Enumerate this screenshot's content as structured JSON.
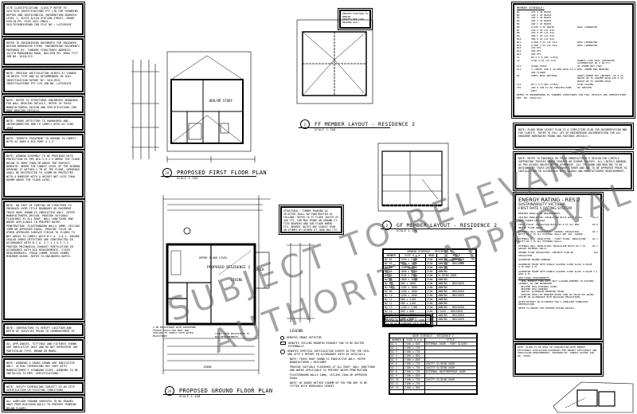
{
  "notes": [
    "SITE CLASSIFICATION: CLASS P REFER TO - SOILTECH INVESTIGATIONS PTY LTD FOR FOUNDING DEPTHS AND GEOTECHNICAL INFORMATION ADDRESS: LEVEL 1, SUITE 8/12A STATION STREET, MOUNT EVELYN PH: 9736 4071  EMAIL: SOILTECH@BIGPOND.COM FILE NO.: LAT2051HF",
    "REFER TO ENGINEERING DOCUMENTS FOR ENGINEER DESIGN NOMINATED ITEMS. ENGINEERING DOCUMENTS PREPARED BY: TANDEMS STRUCTURES ADDRESS: 15/276 MAROONDAH ROAD, BULLEEN PH: 9000 7177 JOB No. 2018/123",
    "NOTE: PROVIDE ARTICULATION JOINTS AT CHANGE IN BRICK TYPE AND AS RECOMMENDED IN SOIL INVESTIGATION REPORT BY: SOILTECH INVESTIGATIONS PTY LTD JOB NO. LAT2051HF",
    "NOTE: REFER TO STRUCTURAL ENGINEERS DRAWINGS FOR WALL BRACING DETAILS. REFER TO TRUSS MANUFACTURERS DESIGN AND SPECIFICATIONS FOR ROOF BRACING DETAILS.",
    "NOTE: SMOKE DETECTORS TO HARDWIRED AND INTERCONNECTED AND TO COMPLY WITH AS 3786-1993",
    "NOTE: TERMITE TREATMENT TO GROUND TO COMPLY WITH AS 3660 & BCA PART 3.1.3",
    "NOTE: WINDOW ASSEMBLY TO BE PROVIDED WITH PROTECTION AS PER BCA 3.9.2.5 WHERE THE FLOOR BELOW IS MORE THAN 2M ABOVE THE SURFACE BENEATH. WHERE THE LOWEST LEVEL OF THE WINDOW OPENING IS WITHIN 1.7M OF THE FLOOR, OPENINGS SHALL BE RESTRICTED TO 125MM OR PROTECTED WITH A BARRIER WITH A HEIGHT NOT LESS THAN 865MM ABOVE THE FLOOR LEVEL.",
    "NOTE: NO PART OF FOOTING OR STRUCTURE TO ENCROACH OVER TITLE BOUNDARY OR EASEMENT. TRUSS ROOF SHOWN IS INDICATIVE ONLY. REFER MANUFACTURERS DESIGN. PROVIDE SUITABLE FLASHINGS AT ALL ROOF, WALL JUNCTIONS AND WHERE APPLICABLE TO PREVENT WATER PENETRATION. PLASTERBOARD WALLS 10mm, CEILING 13mm OR APPROVED EQUAL. PROVIDE TILES OR OTHER APPROVED SURFACE FINISH TO FLOORS TO WET AREAS TO COMPLY WITH B.C.A. 3.8.1. ENSURE SEALED SMOKE DETECTORS ARE CONSTRUCTED IN ACCORDANCE WITH B.C.A. 3.7.1.1 & 3.7.2. PROVIDE MECHANICAL EXHAUST VENTILATION IN ACCORDANCE WITH BCA REQUIREMENTS. STAIR REQUIREMENTS: TREAD 240MM, RISER 190MM, MINIMUM GOING. REFER TO ENGINEERS NOTES.",
    "NOTE: CONTRACTORS TO VERIFY LOCATION AND DEPTH OF SERVICES PRIOR TO COMMENCEMENT OF WORKS.",
    "ALL APPLIANCES, FITTINGS AND FIXTURES SHOWN ARE INDICATIVE ONLY AND DO NOT REPRESENT ANY PARTICULAR TYPE, BRAND OR MODEL.",
    "NOTE: WINDOWS & DOORS SHOWN ARE INDICATIVE ONLY. ACTUAL DIMENSIONS MAY VARY WITH MANUFACTURER'S STANDARD SIZES. WINDOWS TO BE INSTALLED TO MFR. SPECIFICATIONS.",
    "NOTE: VERIFY DIMENSIONS SUBJECT TO ON SITE VERIFICATION OF EXISTING CONDITIONS.",
    "ALL SUBFLOOR GROUND SURFACES TO BE GRADED AWAY FROM BUILDING WALLS TO PREVENT PONDING BELOW FLOORS."
  ],
  "drawings": {
    "first_floor": {
      "num": "2A",
      "title": "PROPOSED FIRST FLOOR PLAN",
      "scale": "SCALE 1:100",
      "room": "BED/OR STUDY"
    },
    "ground_floor": {
      "num": "2A",
      "title": "PROPOSED GROUND FLOOR PLAN",
      "scale": "SCALE 1:100",
      "room": "PROPOSED RESIDENCE 2",
      "living": "LIVING",
      "deck": "DECK",
      "fl_level": "UPPER FLOOR LEVEL",
      "note_left": "1.0M BALUSTRADE WITH ROUGHENED FINISH SPACE FOR UNIT AND SPACING TO COMPLY WITH WATER BALUSTRADE",
      "note_right": "LIGHT FROM BALUSTRADE TO BCA REQUIREMENTS",
      "dim_overall": "12000"
    },
    "ff_member": {
      "num": "2",
      "title": "FF MEMBER LAYOUT - RESIDENCE 2",
      "scale": "SCALE 1:100"
    },
    "gf_member": {
      "num": "2",
      "title": "GF MEMBER LAYOUT - RESIDENCE 2",
      "scale": "SCALE 1:100"
    }
  },
  "key_box": [
    "DENOTES EXISTING TO REMAIN",
    "DENOTES NEW LOAD BEARING WALL"
  ],
  "structural_note": "STRUCTURAL: TIMBER FRAMING AS SELECTED SHALL BE CONSTRUCTED AS FOLLOWS: REFER TO FF FLOOR JOISTS AT 450 CTS. FOR MAX SPANS ON GROUND FT. TIES BEARERS AND SUB FLOOR WHERE CTS. BEARER JOISTS ARE SINGLE SPAN ON STUMPS BY OTHERS AT 1800 MAX CTS. IN 100X100 ON FOOTINGS 400X400 DEEP PAD FOOTING.",
  "legend": {
    "title": "LEGEND",
    "items": [
      "DENOTES SMOKE DETECTOR",
      "DENOTES CEILING MOUNTED EXHAUST FAN TO BE DUCTED EXTERNALLY",
      "DENOTES VERTICAL ARTICULATION JOINTS AS PER THE SOIL AND SITE'S REPORT IN ACCORDANCE WITH AS 2870/2011",
      "NOTE: TRUSS ROOF SHOWN IS INDICATIVE ONLY. REFER MANUFACTURER / DESIGNER",
      "PROVIDE SUITABLE FLASHINGS AT ALL ROOF, WALL JUNCTIONS AND WHERE APPLICABLE TO PREVENT WATER PENETRATION",
      "PLASTERBOARD WALLS 10mm, CEILING 13mm OR APPROVED EQUAL",
      "NOTE: WC DOORS WITHIN 1200MM OF THE PAN ARE TO BE FITTED WITH REMOVABLE HINGES"
    ]
  },
  "window_schedule": {
    "title": "WINDOW SCHEDULE - RESIDENCE 2",
    "headers": [
      "NUMBER",
      "SIZE H x W",
      "HEAD",
      "STYLE"
    ],
    "rows": [
      [
        "W2.01",
        "1200 x 2400",
        "2100",
        "AWNING - OBSCURED"
      ],
      [
        "W2.02",
        "1200 x 1800",
        "2100",
        "AWNING - OBSCURED"
      ],
      [
        "W2.03",
        "1200 x 1800",
        "2100",
        "AWNING"
      ],
      [
        "W2.04",
        "1800 x 2100",
        "2100",
        "AWNING"
      ],
      [
        "W2.05",
        "2100 x 2700",
        "2100",
        "SLIDING DOOR"
      ],
      [
        "W2.06",
        "1800 x 1800",
        "2100",
        "AWNING"
      ],
      [
        "W2.07",
        "600 x 1800",
        "2100",
        "AWNING - OBSCURED"
      ],
      [
        "W2.08",
        "1200 x 1800",
        "2100",
        "AWNING"
      ],
      [
        "W2.09",
        "1200 x 1800",
        "2100",
        "AWNING - OBSCURED"
      ],
      [
        "W2.10",
        "1200 x 1800",
        "2100",
        "AWNING - OBSCURED"
      ],
      [
        "W2.11",
        "600 x 2100",
        "2100",
        "AWNING"
      ],
      [
        "W2.12",
        "600 x 2100",
        "2100",
        "AWNING"
      ],
      [
        "W2.13",
        "1200 x 2100",
        "2100",
        "AWNING - OBSCURED"
      ],
      [
        "W2.14",
        "600 x 600",
        "2100",
        "FIXED - OBSCURED"
      ],
      [
        "W2.15",
        "600 x 1800",
        "2100",
        "AWNING - OBSCURED"
      ],
      [
        "W2.16",
        "600 x 600",
        "2100",
        "AWNING - OBSCURED"
      ]
    ],
    "note": "ALL WINDOWS AND GLAZING INCLUDING BALUSTRADE TO COMPLY TO BE IN ACCORDANCE WITH AS1288"
  },
  "door_schedule": {
    "title": "DOOR SCHEDULE - RESIDENCE 2",
    "headers": [
      "NUMBER",
      "SIZE H x W",
      "STYLE"
    ],
    "rows": [
      [
        "D2.1",
        "2100 x 820",
        "EXTERNAL DOOR - PART GLAZED"
      ],
      [
        "D2.2",
        "2100 x 720",
        ""
      ],
      [
        "D2.3",
        "2100 x 720",
        ""
      ],
      [
        "D2.4",
        "2100 x 820",
        ""
      ],
      [
        "D2.5",
        "2100 x 820",
        ""
      ],
      [
        "D2.6",
        "2100 x 720",
        "CAVITY SLIDING DOOR"
      ],
      [
        "D2.7",
        "2100 x 720",
        "CAVITY SLIDING DOOR"
      ],
      [
        "D2.8",
        "2100 x 720",
        "EXTERNAL WEATHERPROOF DOOR"
      ],
      [
        "D2.9",
        "2100 x 820",
        ""
      ],
      [
        "D2.10",
        "2100 x 720",
        "CAVITY SLIDING DOOR"
      ],
      [
        "D2.11",
        "2100 x 720",
        ""
      ],
      [
        "D2.12",
        "2100 x 820",
        ""
      ]
    ]
  },
  "member_schedule": {
    "title": "MEMBER SCHEDULE:",
    "rows": [
      [
        "B1",
        "120 x 45 MGP10",
        ""
      ],
      [
        "B2",
        "140 x 45 MGP10",
        ""
      ],
      [
        "B3",
        "190 x 45 MGP10",
        ""
      ],
      [
        "B4",
        "240 x 45 MGP10",
        ""
      ],
      [
        "B5",
        "290 x 45 MGP10",
        ""
      ],
      [
        "B6",
        "2/240 x 45 MGP10",
        "NAIL LAMINATED"
      ],
      [
        "B7",
        "150 x 45 LVL E14",
        ""
      ],
      [
        "B8",
        "240 x 45 LVL E14",
        ""
      ],
      [
        "B9",
        "300 x 45 LVL E14",
        ""
      ],
      [
        "B10",
        "360 x 63 LVL E14",
        ""
      ],
      [
        "B11",
        "2/360 x 63 LVL E14",
        "NAIL LAMINATED"
      ],
      [
        "B12",
        "2/300 x 63 LVL E14",
        "NAIL LAMINATED"
      ],
      [
        "B13",
        "130 PFC",
        ""
      ],
      [
        "B14",
        "200 PFC",
        ""
      ],
      [
        "B15",
        "250 PFC",
        ""
      ],
      [
        "C1",
        "89 x 5.0 SHS (C350)",
        ""
      ],
      [
        "C2",
        "2/90 x 45 LVL E14",
        "DOUBLE STUD NAIL LAMINATED ALTERNATIVE 90 x 90 F17"
      ],
      [
        "FJ1",
        "FLOOR JOIST",
        "AT 450MM MAX CTRS"
      ],
      [
        "GL1",
        "T-LINTEL 200 x 10 WEB WITH 10 x 200 FLANGE",
        "MIN. 200MM END BEARING"
      ],
      [
        "R1",
        "SHEET ROOF RAFTERS",
        "ADOPT 900MM MAX CENTRES: 90 x 45 MGP10 UP TO 1400MM SPAN 120 x 45 MGP10 UP TO 2200MM SPAN"
      ],
      [
        "SC1",
        "89 x 5.0 SHS (C350)",
        "STUD COLUMN"
      ],
      [
        "TP1",
        "100 x 100 F7 HG TREATED PINE POST",
        "H3 TREATED"
      ]
    ],
    "footer": "REFER TO ENGINEERING BY TANDEMS STRUCTURES FOR FULL DETAILS AND COMPUTATIONS REF. NO. 2018/123"
  },
  "note_floor_beam": "NOTE: FLOOR BEAM LAYOUT PLAN IS A SIMPLIFIED PLAN FOR DOCUMENTATION AND FOR CLARITY. REFER TO FULL SET OF ENGINEERING DOCUMENTATION FOR ALL ENGINEER NOMINATED FOUND AND FOOTINGS DETAILS.",
  "note_truss": "NOTE: REFER TO ENGINEER OR TRUSS MANUFACTURER'S DESIGN FOR LINTELS SUPPORTING TRUSSES UNDER TRUSSES OR GIRDER TRUSSES. ALL LINTELS NOMINAL AS PER AS1684 UNLESS NOTED OTHERWISE. ALL TIE DOWN AND BRACING TO BE DESIGNED BY TRUSS DESIGNER/MANUFACTURER AND ARE TO BE APPROVED PRIOR TO INSTALLATION IN ACCORDANCE WITH AS1684 AND MANUFACTURERS REQUIREMENTS.",
  "energy": {
    "title": "ENERGY RATING - RES.2",
    "subtitle1": "SUSTAINABILITY VICTORIA",
    "subtitle2": "FIRST RATE 5 RATING SYSTEM",
    "min_req": "MINIMUM INSULATION REQUIREMENTS:",
    "items": [
      [
        "CEILING INSULATION: INSULATION BATTS R4.0 TO ALL ROOF FRAMED CEILINGS",
        "R4.0"
      ],
      [
        "FIRST FLOOR: INSULATION BATTS R2.0 TO ALL NON-HEATED FLOOR ABOVE",
        "R2.0"
      ],
      [
        "EXTERNAL WALL INSULATION - GROUND: INSULATION BATTS R2.7 TO ALL EXTERNAL WALLS NOT ADJ. GARAGE",
        "R2.7"
      ],
      [
        "EXTERNAL WALL INSULATION - FIRST FLOOR: INSULATION BATTS R2.7 TO ALL EXTERNAL WALLS",
        "R2.7"
      ],
      [
        "EXTERNAL WALL INSULATION: INSULATION BATTS R2.7 TO GARAGE INTERNAL WALLS",
        "R2.7"
      ],
      [
        "GROUND FLOOR INSULATION: CONCRETE SLAB NO INSULATION",
        "N/A"
      ]
    ],
    "aluminium_header": "ALUMINIUM FRAMED WINDOWS",
    "glazing": [
      "ALUMINIUM FRAME WITH SINGLE GLAZING CLEAR GLASS  U-VALUE 6.70  SHGC 0.57",
      "ALUMINIUM FRAME WITH DOUBLE GLAZING CLEAR GLASS  U-VALUE 4.1  SHGC 0.57"
    ],
    "additional_header": "ADDITIONAL REQUIREMENTS:",
    "additional": [
      "SEAL EXHAUST FANS WITH SELF CLOSING DAMPERS TO KITCHEN, LAUNDRY, WC AND BATHROOMS",
      "WEATHER SEAL EXTERNAL DOORS",
      "WEATHER SEAL WINDOWS",
      "INSTALL ALUMINIUM IMPROVED FRAME",
      "PROVIDE 2000 LTR MINIMUM WATER TANK OR SOLAR HOT WATER SYSTEM IN ACCORDANCE WITH BUILDING REGULATIONS"
    ],
    "allowance": "RATED WITHOUT AN ALLOWANCE FOR 5 COMPLIANT DOWNLIGHT PENETRATIONS",
    "refer": "REFER TO REPORT FOR FURTHER RATING DETAILS"
  },
  "note_energy": "NOTE: PLANS TO BE READ IN CONJUNCTION WITH ENERGY EFFICIENCY EVALUATION DOCUMENTS FOR ENERGY EFFICIENCY AND INSULATION REQUIREMENTS. PREPARED BY: ENERGY RATING JOB NO. 18368",
  "watermark": {
    "line1": "SUBJECT TO RELEVANT",
    "line2": "AUTHORITY APPROVAL"
  }
}
